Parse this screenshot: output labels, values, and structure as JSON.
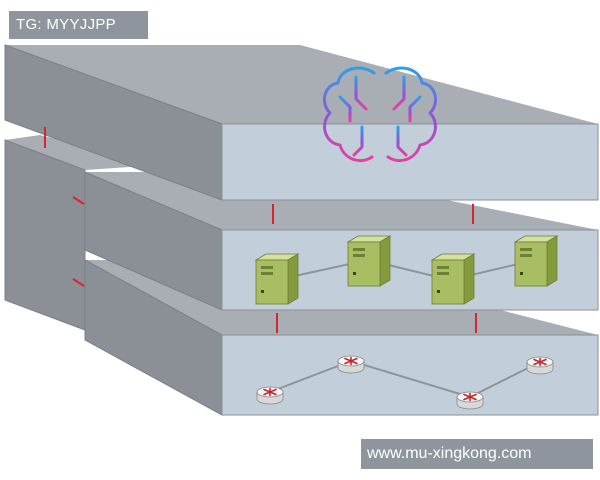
{
  "overlay_tag": {
    "text": "TG: MYYJJPP"
  },
  "watermark": {
    "text": "www.mu-xingkong.com"
  },
  "colors": {
    "slab_top": "#a9aeb4",
    "slab_front": "#c2cfda",
    "slab_side": "#8b9096",
    "connector": "#d9232e",
    "link_line": "#8c959c",
    "server_body": "#a9bd62",
    "router_body": "#f4f4f4",
    "brain_gradient": [
      "#2f9fe8",
      "#8a58d8",
      "#e63fa3"
    ]
  },
  "layers": [
    {
      "name": "brain-layer",
      "icon": "brain-icon"
    },
    {
      "name": "server-layer",
      "icon": "server-icon",
      "node_count": 4
    },
    {
      "name": "router-layer",
      "icon": "router-icon",
      "node_count": 4
    }
  ]
}
